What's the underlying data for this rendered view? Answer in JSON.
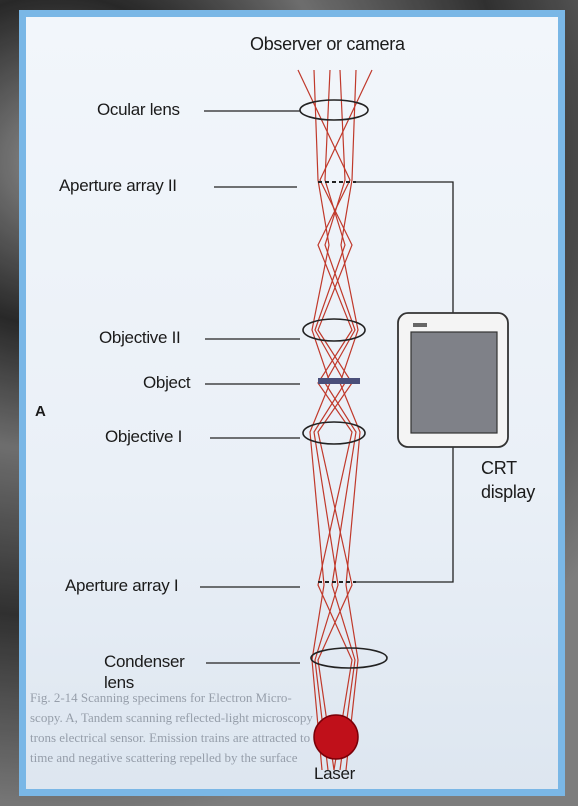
{
  "diagram": {
    "top_label": "Observer or camera",
    "panel_letter": "A",
    "components": {
      "ocular_lens": "Ocular lens",
      "aperture_array_2": "Aperture array II",
      "objective_2": "Objective II",
      "object": "Object",
      "objective_1": "Objective I",
      "aperture_array_1": "Aperture array I",
      "condenser_line1": "Condenser",
      "condenser_line2": "lens",
      "laser": "Laser"
    },
    "display_line1": "CRT",
    "display_line2": "display",
    "colors": {
      "beam": "#c0392b",
      "laser": "#c0101a",
      "object": "#4a4f7a",
      "frame": "#7ab7e6"
    }
  },
  "caption": {
    "lines": [
      "Fig. 2-14  Scanning specimens for Electron Micro-",
      "scopy.  A, Tandem scanning reflected-light microscopy",
      "trons electrical sensor. Emission trains are attracted to",
      "time and negative scattering repelled by the surface"
    ]
  }
}
